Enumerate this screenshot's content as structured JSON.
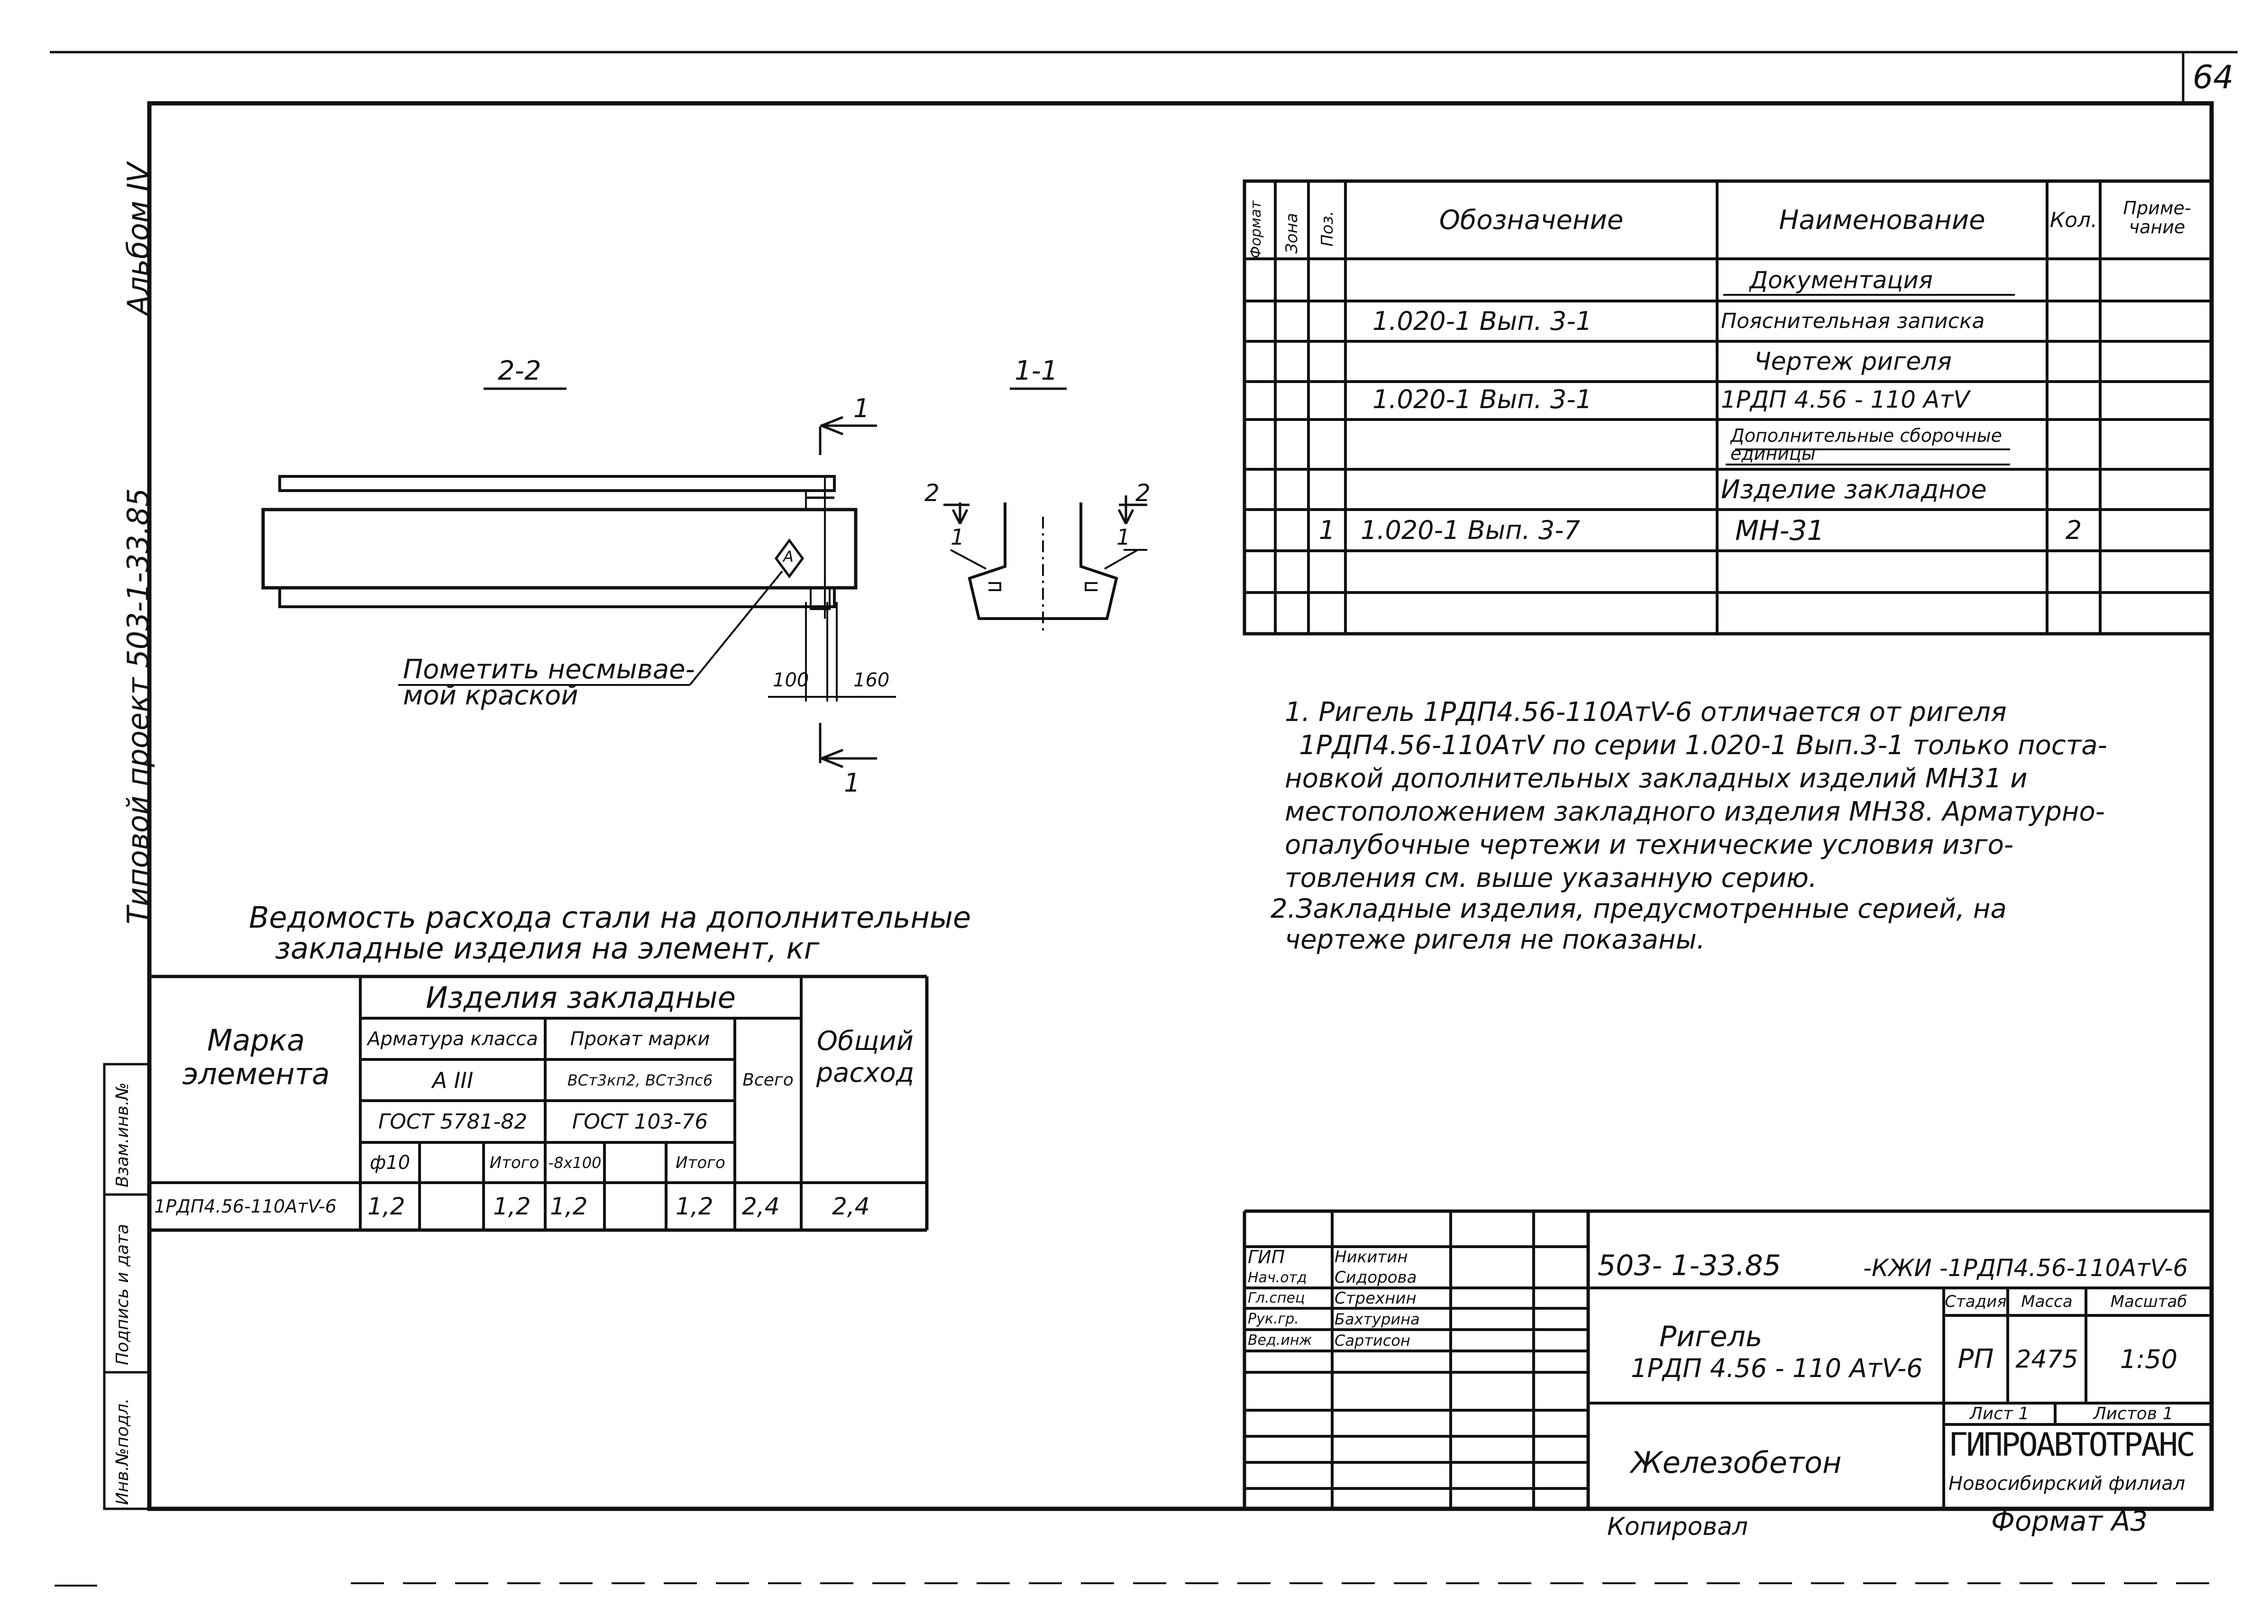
{
  "page_number": "64",
  "side": {
    "album": "Альбом IV",
    "project": "Типовой проект 503-1-33.85",
    "stamps": [
      "Инв.№подл.",
      "Подпись и дата",
      "Взам.инв.№"
    ]
  },
  "drawing": {
    "section_22": "2-2",
    "section_11": "1-1",
    "cut_mark": "1",
    "side_mark": "2",
    "leader_mark": "1",
    "diamond_mark": "A",
    "note_line1": "Пометить несмывае-",
    "note_line2": "мой краской",
    "dim_100": "100",
    "dim_160": "160"
  },
  "spec": {
    "headers": {
      "format": "Формат",
      "zone": "Зона",
      "pos": "Поз.",
      "designation": "Обозначение",
      "name": "Наименование",
      "qty": "Кол.",
      "note": "Приме-чание"
    },
    "rows": [
      {
        "pos": "",
        "designation": "",
        "name": "Документация",
        "qty": ""
      },
      {
        "pos": "",
        "designation": "1.020-1 Вып. 3-1",
        "name": "Пояснительная записка",
        "qty": ""
      },
      {
        "pos": "",
        "designation": "",
        "name": "Чертеж ригеля",
        "qty": ""
      },
      {
        "pos": "",
        "designation": "1.020-1 Вып. 3-1",
        "name": "1РДП 4.56 - 110 АтV",
        "qty": ""
      },
      {
        "pos": "",
        "designation": "",
        "name": "Дополнительные сборочные единицы",
        "qty": ""
      },
      {
        "pos": "",
        "designation": "",
        "name": "Изделие закладное",
        "qty": ""
      },
      {
        "pos": "1",
        "designation": "1.020-1 Вып. 3-7",
        "name": "МН-31",
        "qty": "2"
      },
      {
        "pos": "",
        "designation": "",
        "name": "",
        "qty": ""
      },
      {
        "pos": "",
        "designation": "",
        "name": "",
        "qty": ""
      }
    ]
  },
  "notes": [
    "1. Ригель 1РДП4.56-110АтV-6 отличается от ригеля",
    "1РДП4.56-110АтV по серии 1.020-1 Вып.3-1 только поста-",
    "новкой дополнительных закладных изделий МН31 и",
    "местоположением закладного изделия МН38. Арматурно-",
    "опалубочные чертежи и технические условия изго-",
    "товления см. выше указанную серию.",
    "2.Закладные изделия, предусмотренные серией, на",
    "чертеже ригеля не показаны."
  ],
  "steel": {
    "title1": "Ведомость расхода стали на дополнительные",
    "title2": "закладные изделия на элемент, кг",
    "mark_header": "Марка элемента",
    "group_header": "Изделия закладные",
    "armature": "Арматура класса",
    "armature_class": "А III",
    "armature_gost": "ГОСТ 5781-82",
    "rolled": "Прокат марки",
    "rolled_grade": "ВСт3кп2, ВСт3пс6",
    "rolled_gost": "ГОСТ 103-76",
    "total": "Всего",
    "overall": "Общий расход",
    "sub_d10": "ф10",
    "sub_itogo": "Итого",
    "sub_8x100": "-8х100",
    "sub_itogo2": "Итого",
    "row": {
      "mark": "1РДП4.56-110АтV-6",
      "d10": "1,2",
      "itogo1": "1,2",
      "p8": "1,2",
      "itogo2": "1,2",
      "total": "2,4",
      "overall": "2,4"
    }
  },
  "title_block": {
    "code": "503- 1-33.85",
    "code_suffix": "-КЖИ -1РДП4.56-110АтV-6",
    "roles": [
      {
        "role": "ГИП",
        "name": "Никитин"
      },
      {
        "role": "Нач.отд",
        "name": "Сидорова"
      },
      {
        "role": "Гл.спец",
        "name": "Стрехнин"
      },
      {
        "role": "Рук.гр.",
        "name": "Бахтурина"
      },
      {
        "role": "Вед.инж",
        "name": "Сартисон"
      }
    ],
    "item_name1": "Ригель",
    "item_name2": "1РДП 4.56 - 110 АтV-6",
    "stage_h": "Стадия",
    "mass_h": "Масса",
    "scale_h": "Масштаб",
    "stage": "РП",
    "mass": "2475",
    "scale": "1:50",
    "sheet": "Лист 1",
    "sheets": "Листов 1",
    "material": "Железобетон",
    "org": "ГИПРОАВТОТРАНС",
    "branch": "Новосибирский филиал",
    "copied": "Копировал",
    "format": "Формат А3"
  }
}
